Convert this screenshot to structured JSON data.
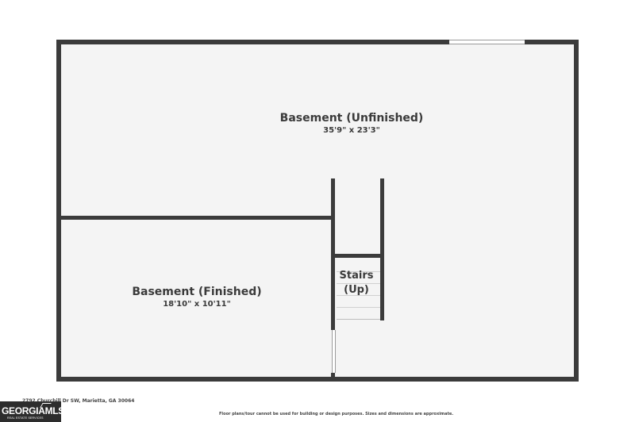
{
  "rooms": {
    "unfinished": {
      "name": "Basement (Unfinished)",
      "dims": "35'9\" x 23'3\""
    },
    "finished": {
      "name": "Basement (Finished)",
      "dims": "18'10\" x 10'11\""
    },
    "stairs": {
      "line1": "Stairs",
      "line2": "(Up)"
    }
  },
  "footer": {
    "address": "2792 Churchill Dr SW, Marietta, GA 30064",
    "disclaimer": "Floor plans/tour cannot be used for building or design purposes. Sizes and dimensions are approximate.",
    "logo_main": "GEORGIAMLS",
    "logo_sub": "REAL ESTATE SERVICES"
  },
  "colors": {
    "wall": "#3b3b3b",
    "floor": "#f4f4f4",
    "text": "#3a3a3a"
  }
}
